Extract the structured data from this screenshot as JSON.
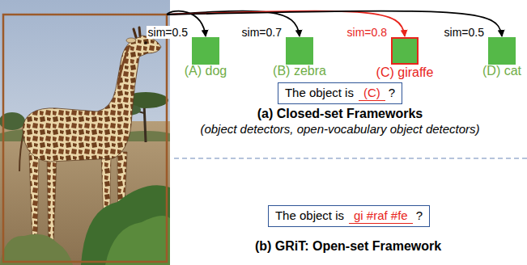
{
  "diagram": {
    "nodes": [
      {
        "text": [
          "(A) dog"
        ]
      },
      {
        "text": [
          "(B) zebra"
        ]
      },
      {
        "text": [
          "(C) giraffe"
        ]
      },
      {
        "text": [
          "(D) cat"
        ]
      },
      {
        "text": [
          "The object is",
          "(C)",
          "?"
        ]
      },
      {
        "text": [
          "The object is",
          "gi #raf #fe",
          "?"
        ]
      }
    ],
    "labels": [
      "sim=0.5",
      "sim=0.7",
      "sim=0.8",
      "sim=0.5",
      "(a) Closed-set Frameworks",
      "(object detectors, open-vocabulary object detectors)",
      "(b) GRiT: Open-set Framework"
    ]
  }
}
